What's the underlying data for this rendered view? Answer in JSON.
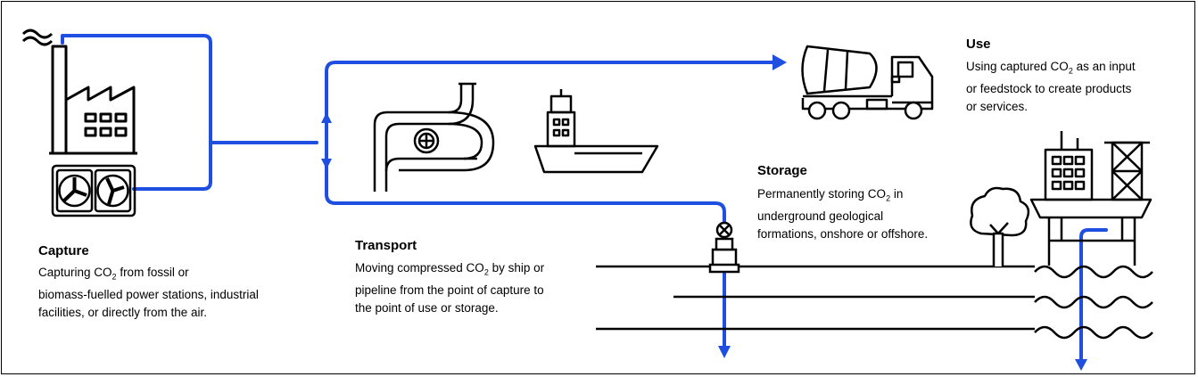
{
  "capture": {
    "title": "Capture",
    "line1_pre": "Capturing CO",
    "sub": "2",
    "line1_post": " from fossil or",
    "line2": "biomass-fuelled power stations, industrial",
    "line3": "facilities, or directly from the air."
  },
  "transport": {
    "title": "Transport",
    "line1_pre": "Moving compressed CO",
    "sub": "2",
    "line1_post": " by ship or",
    "line2": "pipeline from the point of capture to",
    "line3": "the point of use or storage."
  },
  "storage": {
    "title": "Storage",
    "line1_pre": "Permanently storing CO",
    "sub": "2",
    "line1_post": " in",
    "line2": "underground geological",
    "line3": "formations, onshore or offshore."
  },
  "use": {
    "title": "Use",
    "line1_pre": "Using captured CO",
    "sub": "2",
    "line1_post": " as an input",
    "line2": "or feedstock to create products",
    "line3": "or services."
  },
  "colors": {
    "flow_line": "#1f4fe0",
    "icon_stroke": "#000000",
    "background": "#ffffff"
  },
  "icons": [
    "factory-icon",
    "direct-air-capture-fans-icon",
    "pipeline-icon",
    "ship-icon",
    "cement-truck-icon",
    "valve-wellhead-icon",
    "tree-icon",
    "offshore-platform-icon"
  ]
}
